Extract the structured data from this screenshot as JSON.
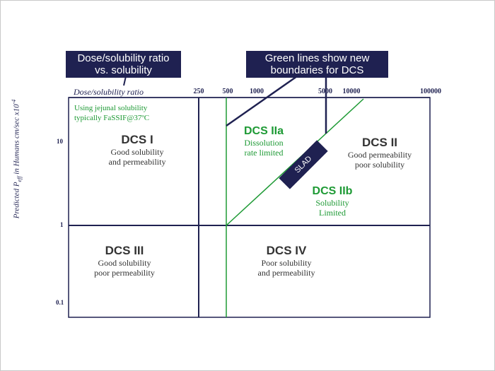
{
  "callouts": {
    "dose_ratio": "Dose/solubility ratio\nvs. solubility",
    "green_lines": "Green lines show new\nboundaries for DCS"
  },
  "axis": {
    "x_title": "Dose/solubility ratio",
    "x_ticks": [
      "250",
      "500",
      "1000",
      "5000",
      "10000",
      "100000"
    ],
    "y_ticks": [
      "10",
      "1",
      "0.1"
    ],
    "y_title_main": "Predicted P",
    "y_title_sub": "eff",
    "y_title_rest": " in Humans cm/sec x10",
    "y_title_sup": "-4"
  },
  "note": {
    "line1": "Using jejunal solubility",
    "line2": "typically FaSSIF@37ºC"
  },
  "regions": {
    "dcs1": {
      "title": "DCS I",
      "line1": "Good solubility",
      "line2": "and permeability"
    },
    "dcs2a": {
      "title": "DCS IIa",
      "line1": "Dissolution",
      "line2": "rate limited"
    },
    "dcs2": {
      "title": "DCS II",
      "line1": "Good permeability",
      "line2": "poor solubility"
    },
    "dcs2b": {
      "title": "DCS IIb",
      "line1": "Solubility",
      "line2": "Limited"
    },
    "dcs3": {
      "title": "DCS III",
      "line1": "Good solubility",
      "line2": "poor permeability"
    },
    "dcs4": {
      "title": "DCS IV",
      "line1": "Poor solubility",
      "line2": "and permeability"
    }
  },
  "slad": "SLAD",
  "colors": {
    "navy": "#1f2151",
    "green": "#1e9a35",
    "text": "#333333"
  }
}
